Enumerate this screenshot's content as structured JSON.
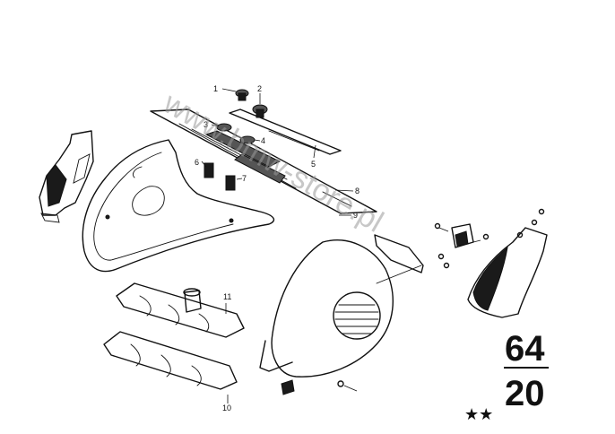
{
  "watermark": "www.bmw-store.pl",
  "group_number": {
    "main": "64",
    "sub": "20"
  },
  "stars": "★★",
  "callouts": {
    "c1": "1",
    "c2": "2",
    "c3": "3",
    "c4": "4",
    "c5": "5",
    "c6": "6",
    "c7": "7",
    "c8": "8",
    "c9": "9",
    "c10": "10",
    "c11": "11"
  }
}
